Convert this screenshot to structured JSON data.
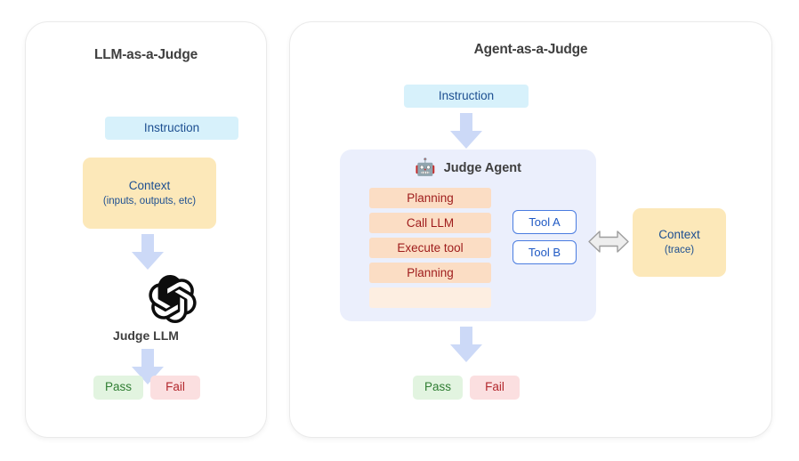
{
  "panels": {
    "left": {
      "title": "LLM-as-a-Judge",
      "instruction": "Instruction",
      "context_main": "Context",
      "context_sub": "(inputs, outputs, etc)",
      "judge_label": "Judge LLM",
      "judge_logo_icon": "openai-logo-icon",
      "verdict_pass": "Pass",
      "verdict_fail": "Fail"
    },
    "right": {
      "title": "Agent-as-a-Judge",
      "instruction": "Instruction",
      "agent_emoji": "robot-face-icon",
      "agent_emoji_glyph": "🤖",
      "agent_title": "Judge Agent",
      "steps": [
        "Planning",
        "Call LLM",
        "Execute tool",
        "Planning",
        ""
      ],
      "tools": [
        "Tool A",
        "Tool B"
      ],
      "context_main": "Context",
      "context_sub": "(trace)",
      "verdict_pass": "Pass",
      "verdict_fail": "Fail"
    }
  },
  "colors": {
    "page_background": "#ffffff",
    "panel_border": "#eaeaea",
    "instruction_bg": "#d7f1fb",
    "instruction_text": "#1d4f91",
    "context_bg": "#fce8b9",
    "context_text": "#1d4f91",
    "arrow_blue": "#ccd9f7",
    "agent_box_bg": "#ebeffc",
    "step_bar_bg": "#fbddc4",
    "step_bar_text": "#9e1b1b",
    "step_bar_faded_bg": "#fdeee1",
    "tool_border": "#4a7ce0",
    "tool_text": "#1f59c4",
    "pass_bg": "#e2f4e0",
    "pass_text": "#2f7d32",
    "fail_bg": "#fbdfe0",
    "fail_text": "#b3282d",
    "title_text": "#3f3f3f",
    "bidir_arrow_fill": "#eeeeee",
    "bidir_arrow_stroke": "#9e9e9e"
  }
}
